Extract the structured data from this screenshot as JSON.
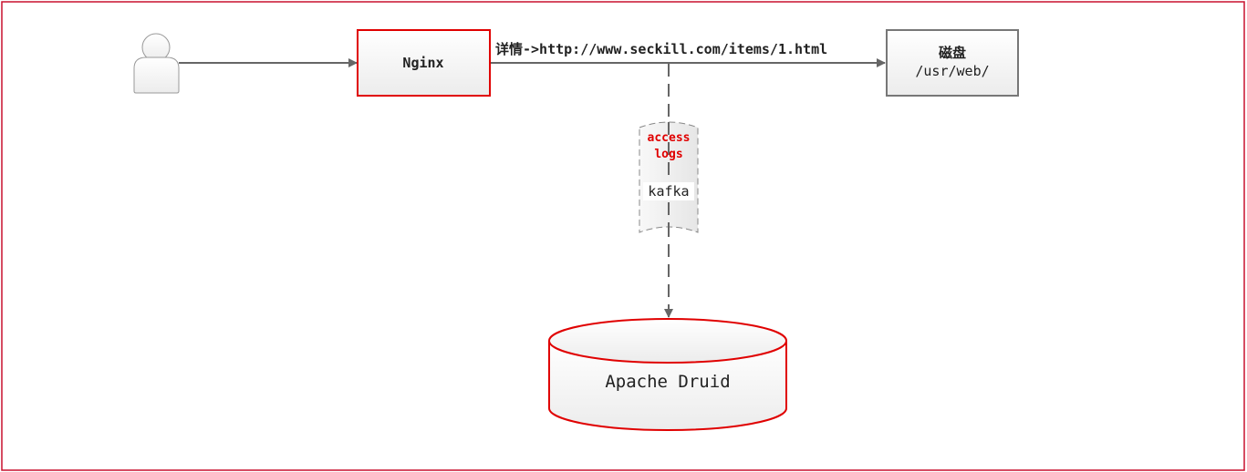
{
  "nodes": {
    "user": {
      "icon": "user-icon"
    },
    "nginx": {
      "label": "Nginx"
    },
    "disk": {
      "label": "磁盘",
      "path": "/usr/web/"
    },
    "kafka": {
      "label": "kafka",
      "access_line1": "access",
      "access_line2": "logs"
    },
    "druid": {
      "label": "Apache Druid"
    }
  },
  "edges": {
    "nginx_to_disk": {
      "label": "详情->http://www.seckill.com/items/1.html"
    }
  },
  "colors": {
    "accent": "#e00000",
    "line": "#666666",
    "frame": "#c8102e"
  }
}
